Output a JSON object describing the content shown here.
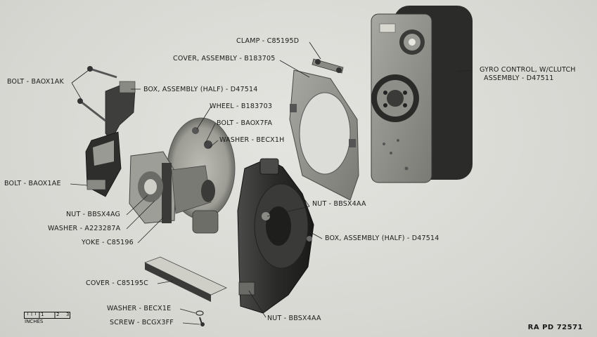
{
  "labels": {
    "clamp": "CLAMP - C85195D",
    "cover_assembly": "COVER, ASSEMBLY - B183705",
    "gyro_line1": "GYRO CONTROL, W/CLUTCH",
    "gyro_line2": "ASSEMBLY - D47511",
    "bolt_1ak": "BOLT - BAOX1AK",
    "box_top": "BOX, ASSEMBLY (HALF) - D47514",
    "wheel": "WHEEL - B183703",
    "bolt_7fa": "BOLT - BAOX7FA",
    "washer_1h": "WASHER - BECX1H",
    "bolt_1ae": "BOLT - BAOX1AE",
    "nut_4aa_right": "NUT - BBSX4AA",
    "nut_4ag": "NUT - BBSX4AG",
    "washer_a223": "WASHER - A223287A",
    "yoke": "YOKE - C85196",
    "box_bottom": "BOX, ASSEMBLY (HALF) - D47514",
    "cover_c": "COVER - C85195C",
    "washer_1e": "WASHER - BECX1E",
    "screw": "SCREW - BCGX3FF",
    "nut_4aa_bottom": "NUT - BBSX4AA"
  },
  "ruler": {
    "ticks": [
      "1",
      "2",
      "3"
    ],
    "unit": "INCHES"
  },
  "plate_id": "RA PD 72571"
}
